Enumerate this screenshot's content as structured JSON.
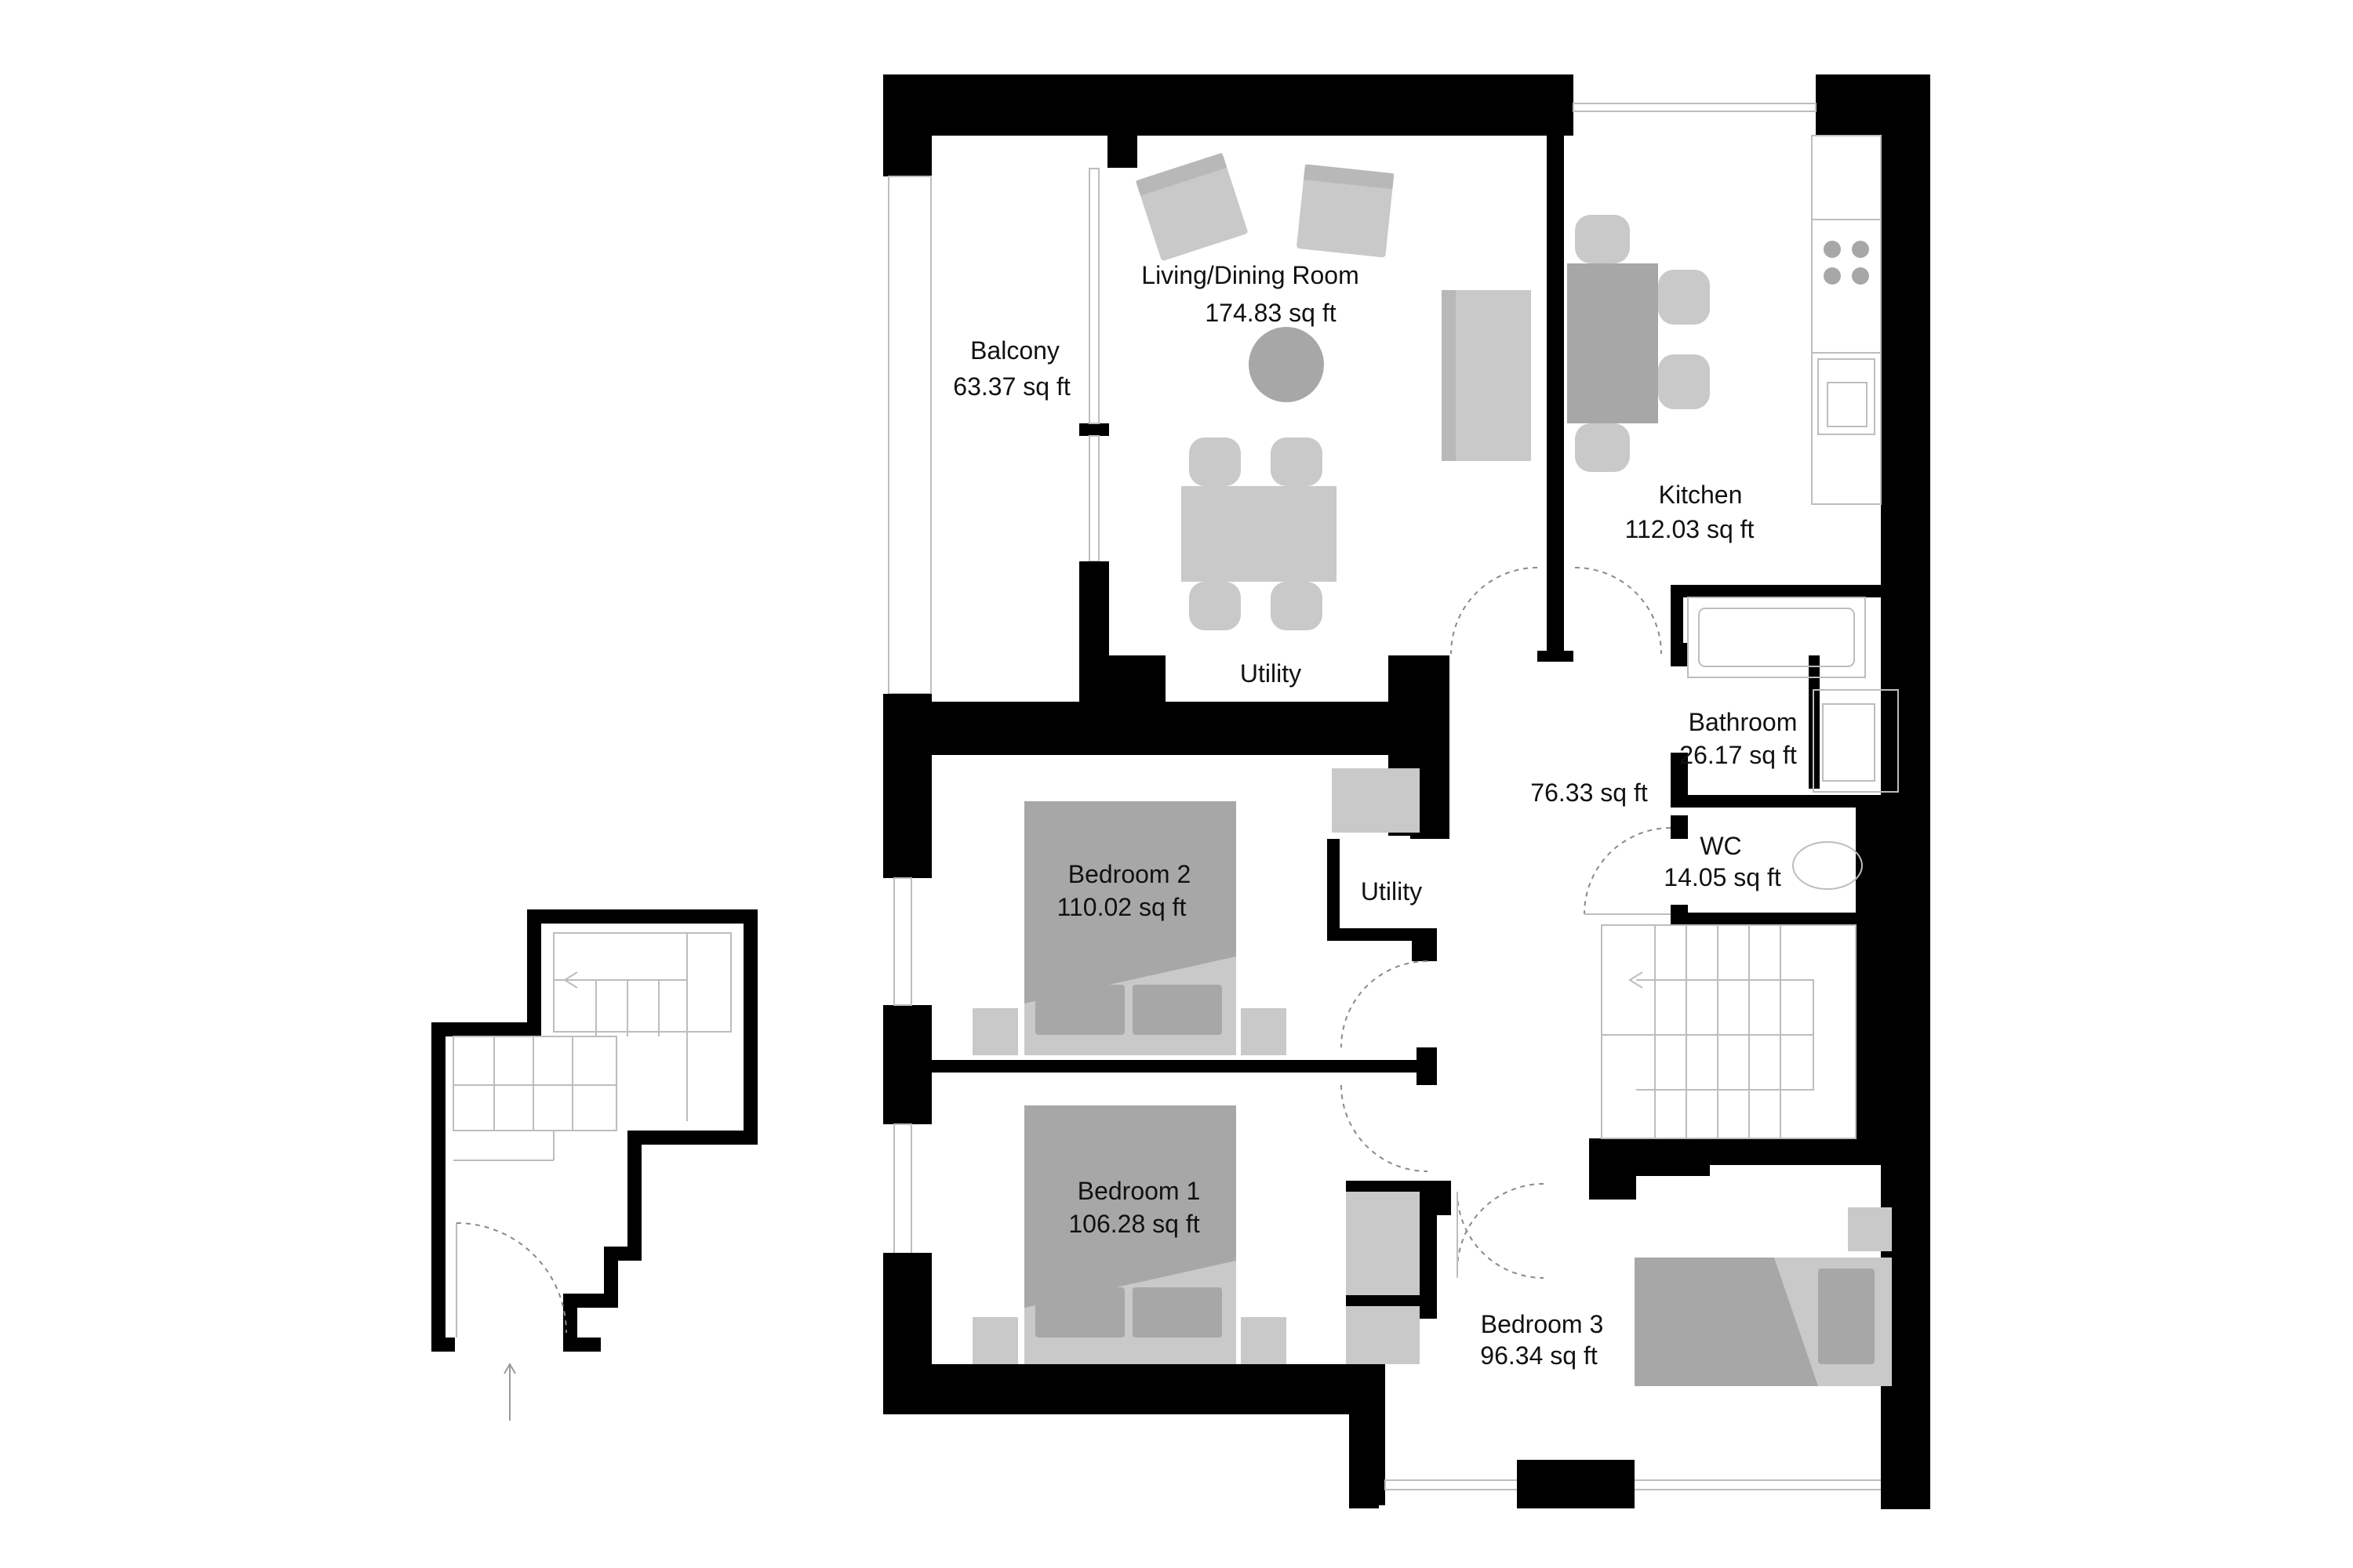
{
  "rooms": {
    "balcony": {
      "name": "Balcony",
      "area": "63.37 sq ft"
    },
    "living": {
      "name": "Living/Dining Room",
      "area": "174.83 sq ft"
    },
    "kitchen": {
      "name": "Kitchen",
      "area": "112.03 sq ft"
    },
    "utility_top": {
      "name": "Utility"
    },
    "utility_mid": {
      "name": "Utility"
    },
    "hall": {
      "area": "76.33 sq ft"
    },
    "bathroom": {
      "name": "Bathroom",
      "area": "26.17 sq ft"
    },
    "wc": {
      "name": "WC",
      "area": "14.05 sq ft"
    },
    "bedroom2": {
      "name": "Bedroom 2",
      "area": "110.02 sq ft"
    },
    "bedroom1": {
      "name": "Bedroom 1",
      "area": "106.28 sq ft"
    },
    "bedroom3": {
      "name": "Bedroom 3",
      "area": "96.34 sq ft"
    }
  },
  "colors": {
    "wall": "#000000",
    "furniture": "#c9c9c9",
    "bed": "#a7a7a7",
    "line": "#bdbdbd"
  }
}
